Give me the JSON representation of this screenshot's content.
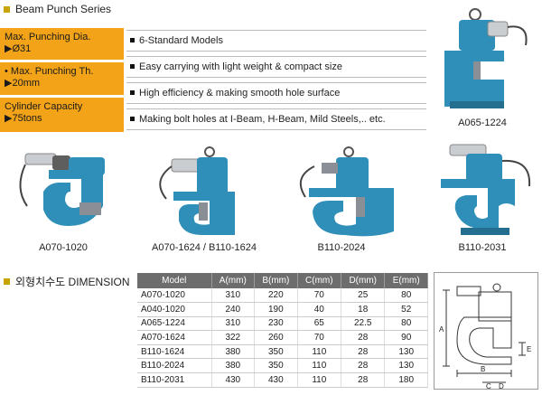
{
  "header": {
    "title": "Beam Punch Series"
  },
  "specs": [
    {
      "label": "Max. Punching Dia.",
      "value": "▶Ø31"
    },
    {
      "label": "• Max. Punching Th.",
      "value": "▶20mm"
    },
    {
      "label": "Cylinder Capacity",
      "value": "▶75tons"
    }
  ],
  "features": [
    "6-Standard Models",
    "Easy carrying with light weight & compact size",
    "High efficiency & making smooth hole surface",
    "Making bolt holes at I-Beam, H-Beam, Mild Steels,.. etc."
  ],
  "models": {
    "top": "A065-1224",
    "row": [
      "A070-1020",
      "A070-1624 / B110-1624",
      "B110-2024",
      "B110-2031"
    ]
  },
  "dimension_section": {
    "title": "외형치수도 DIMENSION"
  },
  "table": {
    "headers": [
      "Model",
      "A(mm)",
      "B(mm)",
      "C(mm)",
      "D(mm)",
      "E(mm)"
    ],
    "rows": [
      [
        "A070-1020",
        "310",
        "220",
        "70",
        "25",
        "80"
      ],
      [
        "A040-1020",
        "240",
        "190",
        "40",
        "18",
        "52"
      ],
      [
        "A065-1224",
        "310",
        "230",
        "65",
        "22.5",
        "80"
      ],
      [
        "A070-1624",
        "322",
        "260",
        "70",
        "28",
        "90"
      ],
      [
        "B110-1624",
        "380",
        "350",
        "110",
        "28",
        "130"
      ],
      [
        "B110-2024",
        "380",
        "350",
        "110",
        "28",
        "130"
      ],
      [
        "B110-2031",
        "430",
        "430",
        "110",
        "28",
        "180"
      ]
    ]
  },
  "diagram_labels": {
    "a": "A",
    "b": "B",
    "c": "C",
    "d": "D",
    "e": "E"
  },
  "colors": {
    "accent": "#f3a318",
    "machine": "#2f8fb8",
    "header_bg": "#6d6d6d",
    "bullet": "#c9a400"
  }
}
